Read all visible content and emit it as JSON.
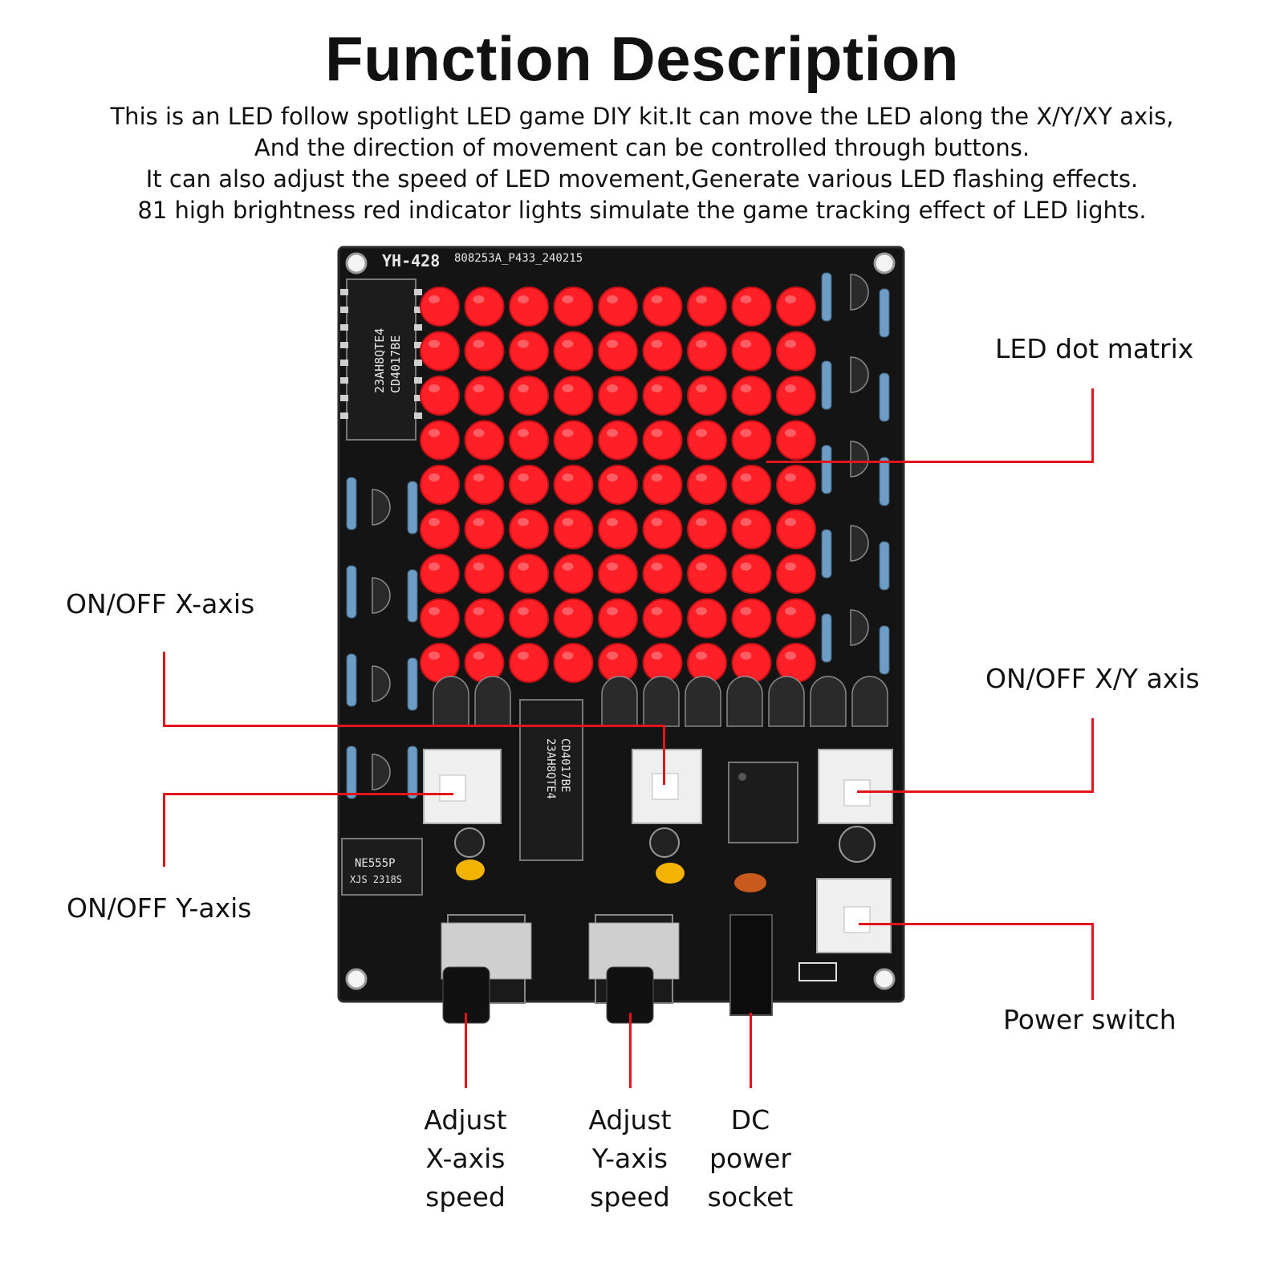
{
  "title": "Function Description",
  "description": [
    "This is an LED follow spotlight LED game DIY kit.It can move the LED along the X/Y/XY axis,",
    "And the direction of movement can be controlled through buttons.",
    "It can also adjust the speed of LED movement,Generate various LED flashing effects.",
    "81 high brightness red indicator lights simulate the game tracking effect of LED lights."
  ],
  "callouts": {
    "led_matrix": "LED dot matrix",
    "on_off_x": "ON/OFF X-axis",
    "on_off_xy": "ON/OFF X/Y axis",
    "on_off_y": "ON/OFF Y-axis",
    "power_switch": "Power switch",
    "adjust_x": [
      "Adjust",
      "X-axis",
      "speed"
    ],
    "adjust_y": [
      "Adjust",
      "Y-axis",
      "speed"
    ],
    "dc_socket": [
      "DC",
      "power",
      "socket"
    ]
  },
  "board": {
    "model": "YH-428",
    "code": "808253A_P433_240215",
    "chip_cd4017_lines": [
      "23AH8QTE4",
      "CD4017BE"
    ],
    "chip_ne555_lines": [
      "NE555P",
      "XJS 2318S"
    ],
    "led_rows": 9,
    "led_cols": 9,
    "colors": {
      "pcb": "#141414",
      "led": "#ff1f26",
      "accent_line": "#e2141c"
    }
  }
}
